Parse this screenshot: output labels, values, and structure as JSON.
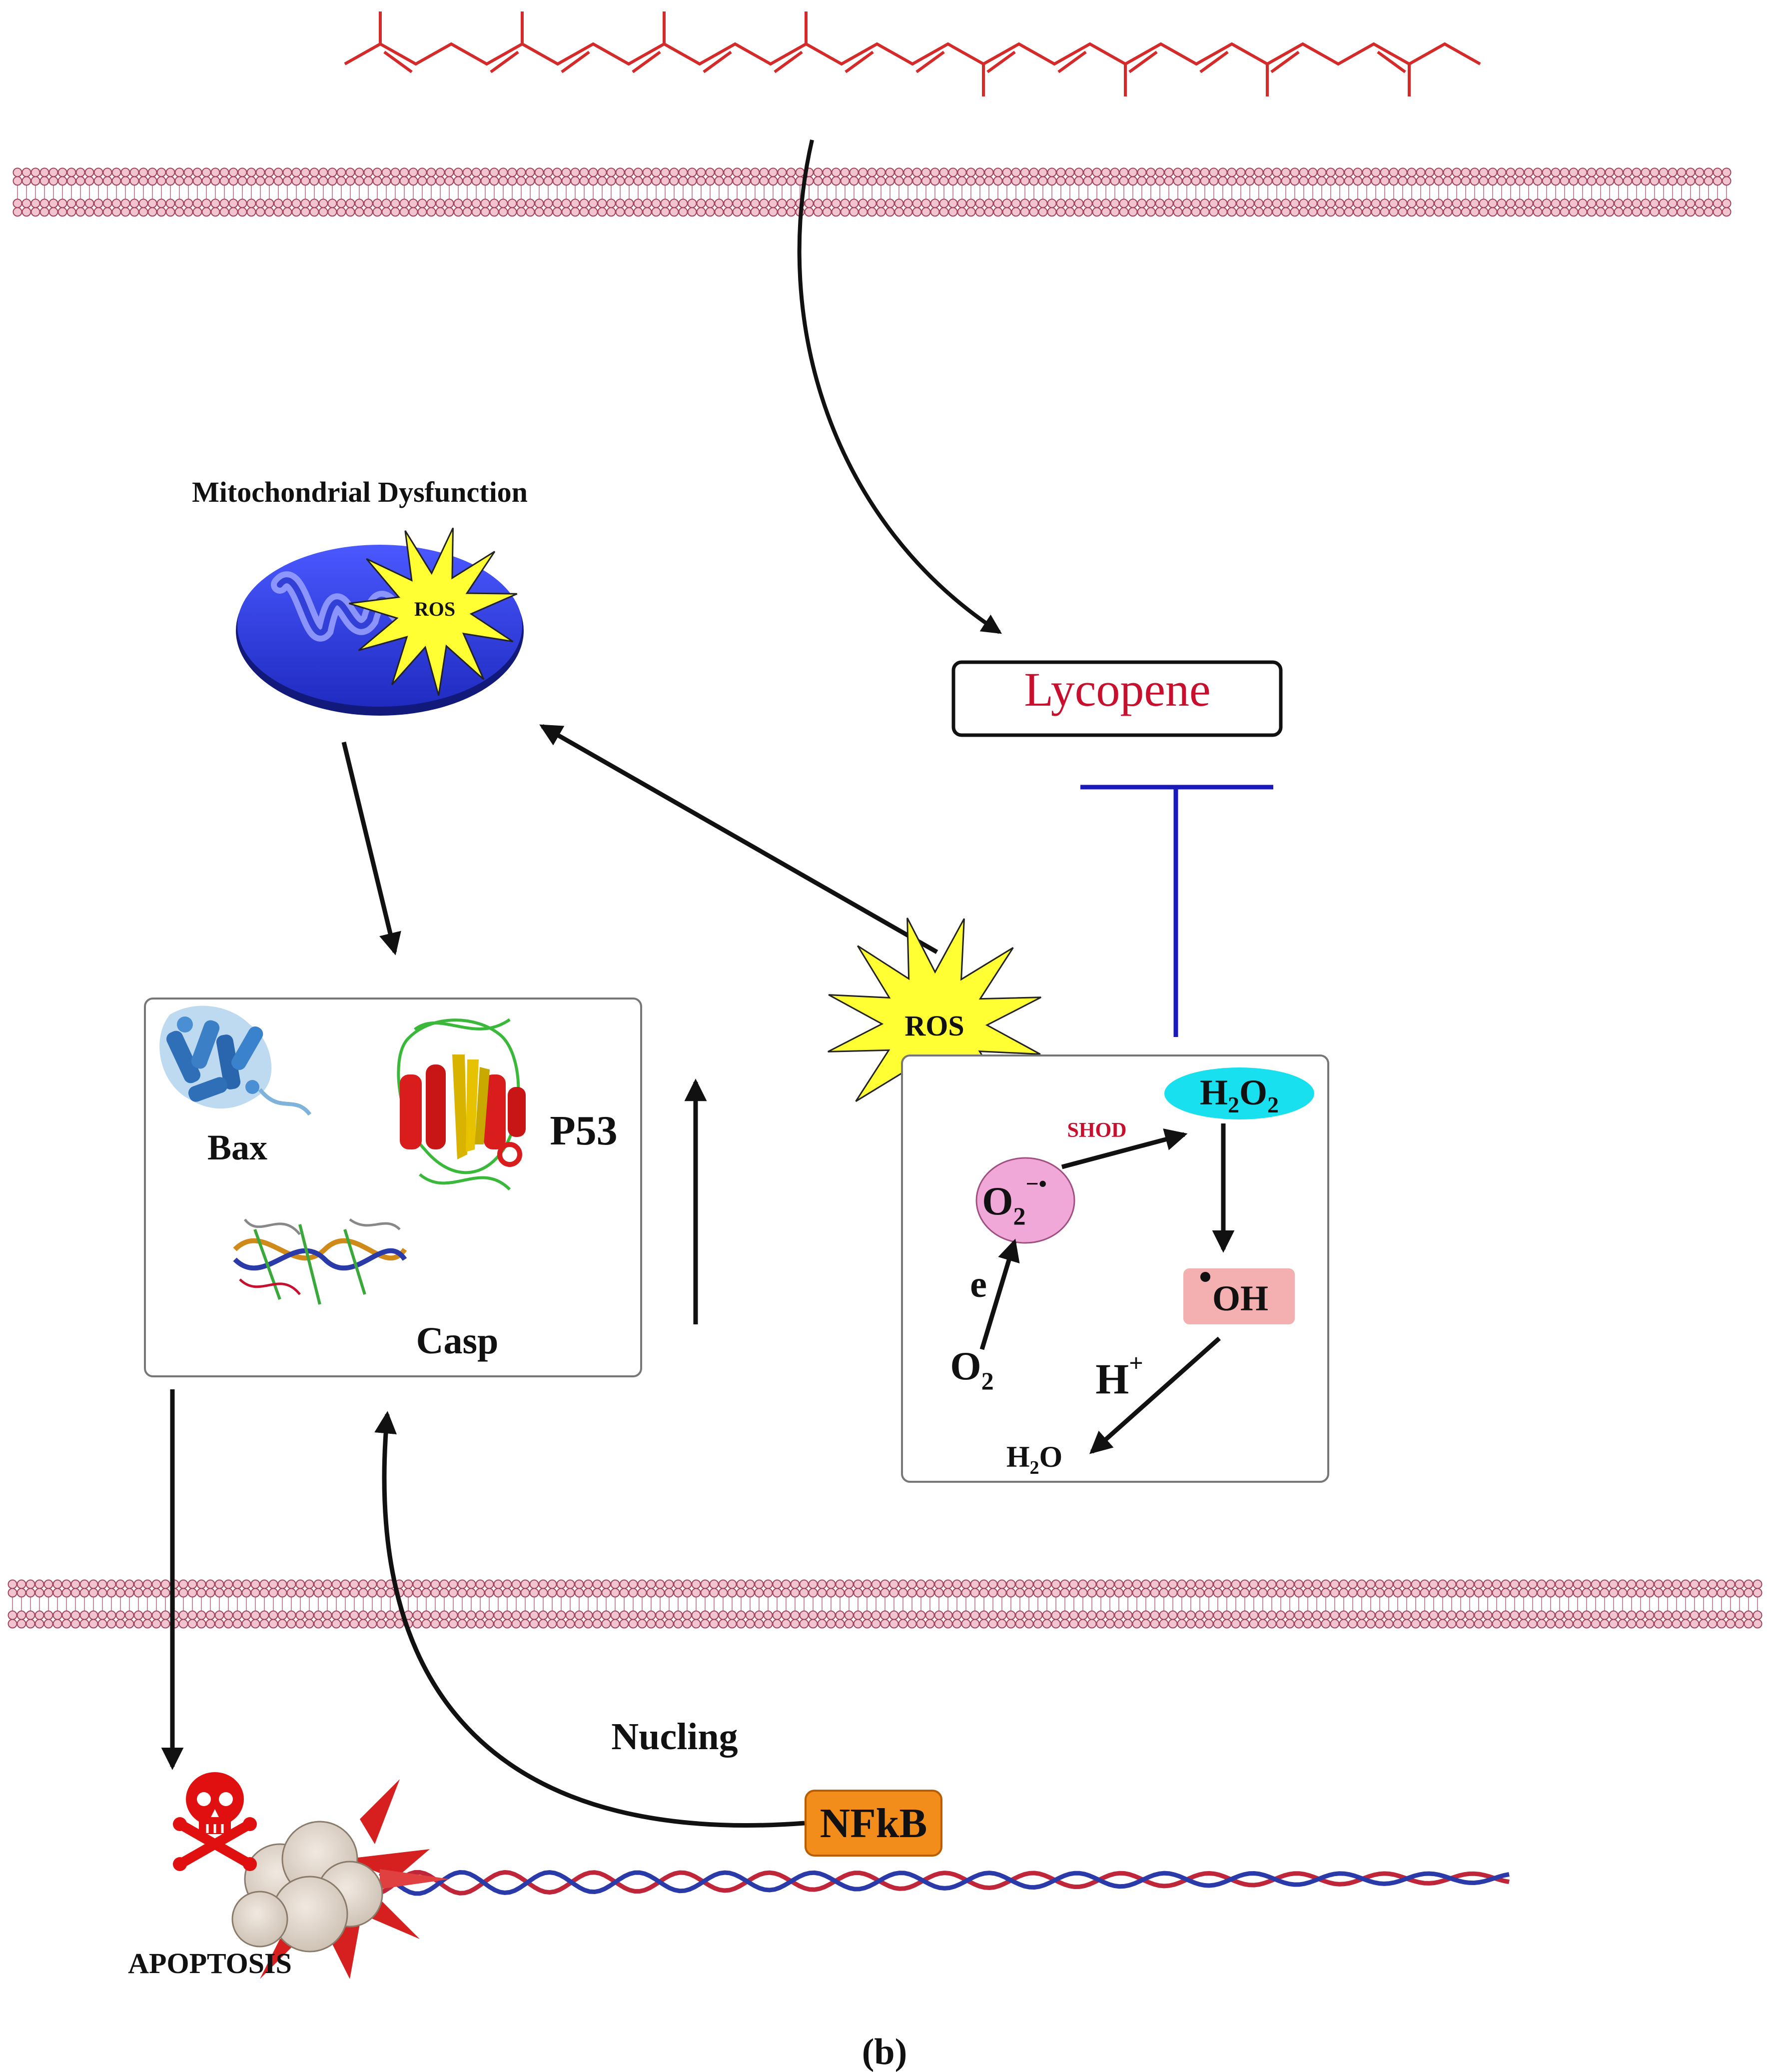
{
  "labels": {
    "mito_title": "Mitochondrial Dysfunction",
    "mito_ros": "ROS",
    "lycopene": "Lycopene",
    "ros_main": "ROS",
    "bax": "Bax",
    "p53": "P53",
    "casp": "Casp",
    "h2o2": {
      "base": "H",
      "sub1": "2",
      "mid": "O",
      "sub2": "2"
    },
    "shod": "SHOD",
    "o2_radical": {
      "base": "O",
      "sub": "2",
      "sup": "−•"
    },
    "electron": "e",
    "o2": {
      "base": "O",
      "sub": "2"
    },
    "hydroxyl": "OH",
    "proton": {
      "base": "H",
      "sup": "+"
    },
    "water": {
      "base": "H",
      "sub": "2",
      "tail": "O"
    },
    "nucling": "Nucling",
    "nfkb": "NFkB",
    "apoptosis": "APOPTOSIS",
    "panel": "(b)"
  },
  "colors": {
    "lycopene_molecule": "#d42a2a",
    "membrane_bead": "#f2c4d0",
    "membrane_stroke": "#a0455e",
    "mitochondrion": "#2f3fe0",
    "ros_star": "#ffff33",
    "inhibition": "#1a1ab8",
    "h2o2_fill": "#18e0ee",
    "superoxide_fill": "#f0a8d8",
    "hydroxyl_fill": "#f4b0b0",
    "nfkb_fill": "#f28c1a",
    "dna_red": "#c0263a",
    "dna_blue": "#2a3aa8"
  }
}
